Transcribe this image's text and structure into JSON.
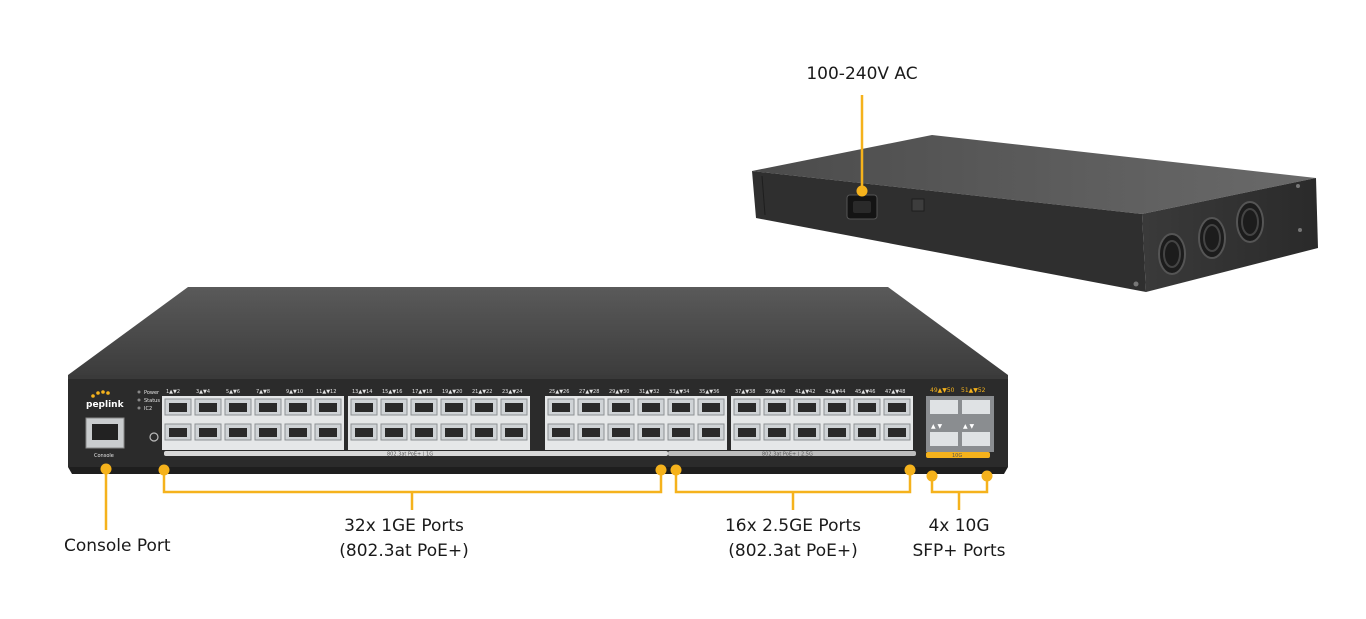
{
  "callouts": {
    "power": "100-240V AC",
    "console": "Console Port",
    "ge_line1": "32x 1GE Ports",
    "ge_line2": "(802.3at PoE+)",
    "ge25_line1": "16x 2.5GE Ports",
    "ge25_line2": "(802.3at PoE+)",
    "sfp_line1": "4x 10G",
    "sfp_line2": "SFP+ Ports"
  },
  "front_panel": {
    "brand": "peplink",
    "leds": [
      "Power",
      "Status",
      "IC2"
    ],
    "console_label": "Console",
    "group1_tag": "802.3at PoE+ | 1G",
    "group2_tag": "802.3at PoE+ | 2.5G",
    "sfp_tag": "10G",
    "port_numbers_1": [
      "1▲▼2",
      "3▲▼4",
      "5▲▼6",
      "7▲▼8",
      "9▲▼10",
      "11▲▼12",
      "13▲▼14",
      "15▲▼16",
      "17▲▼18",
      "19▲▼20",
      "21▲▼22",
      "23▲▼24",
      "25▲▼26",
      "27▲▼28",
      "29▲▼30",
      "31▲▼32"
    ],
    "port_numbers_2": [
      "33▲▼34",
      "35▲▼36",
      "37▲▼38",
      "39▲▼40",
      "41▲▼42",
      "43▲▼44",
      "45▲▼46",
      "47▲▼48"
    ],
    "sfp_numbers": [
      "49▲▼50",
      "51▲▼52"
    ]
  },
  "colors": {
    "accent": "#f5b21c",
    "chassis_top": "#4a4a4a",
    "chassis_front": "#2b2b2b",
    "port_metal": "#cfd3d6"
  }
}
